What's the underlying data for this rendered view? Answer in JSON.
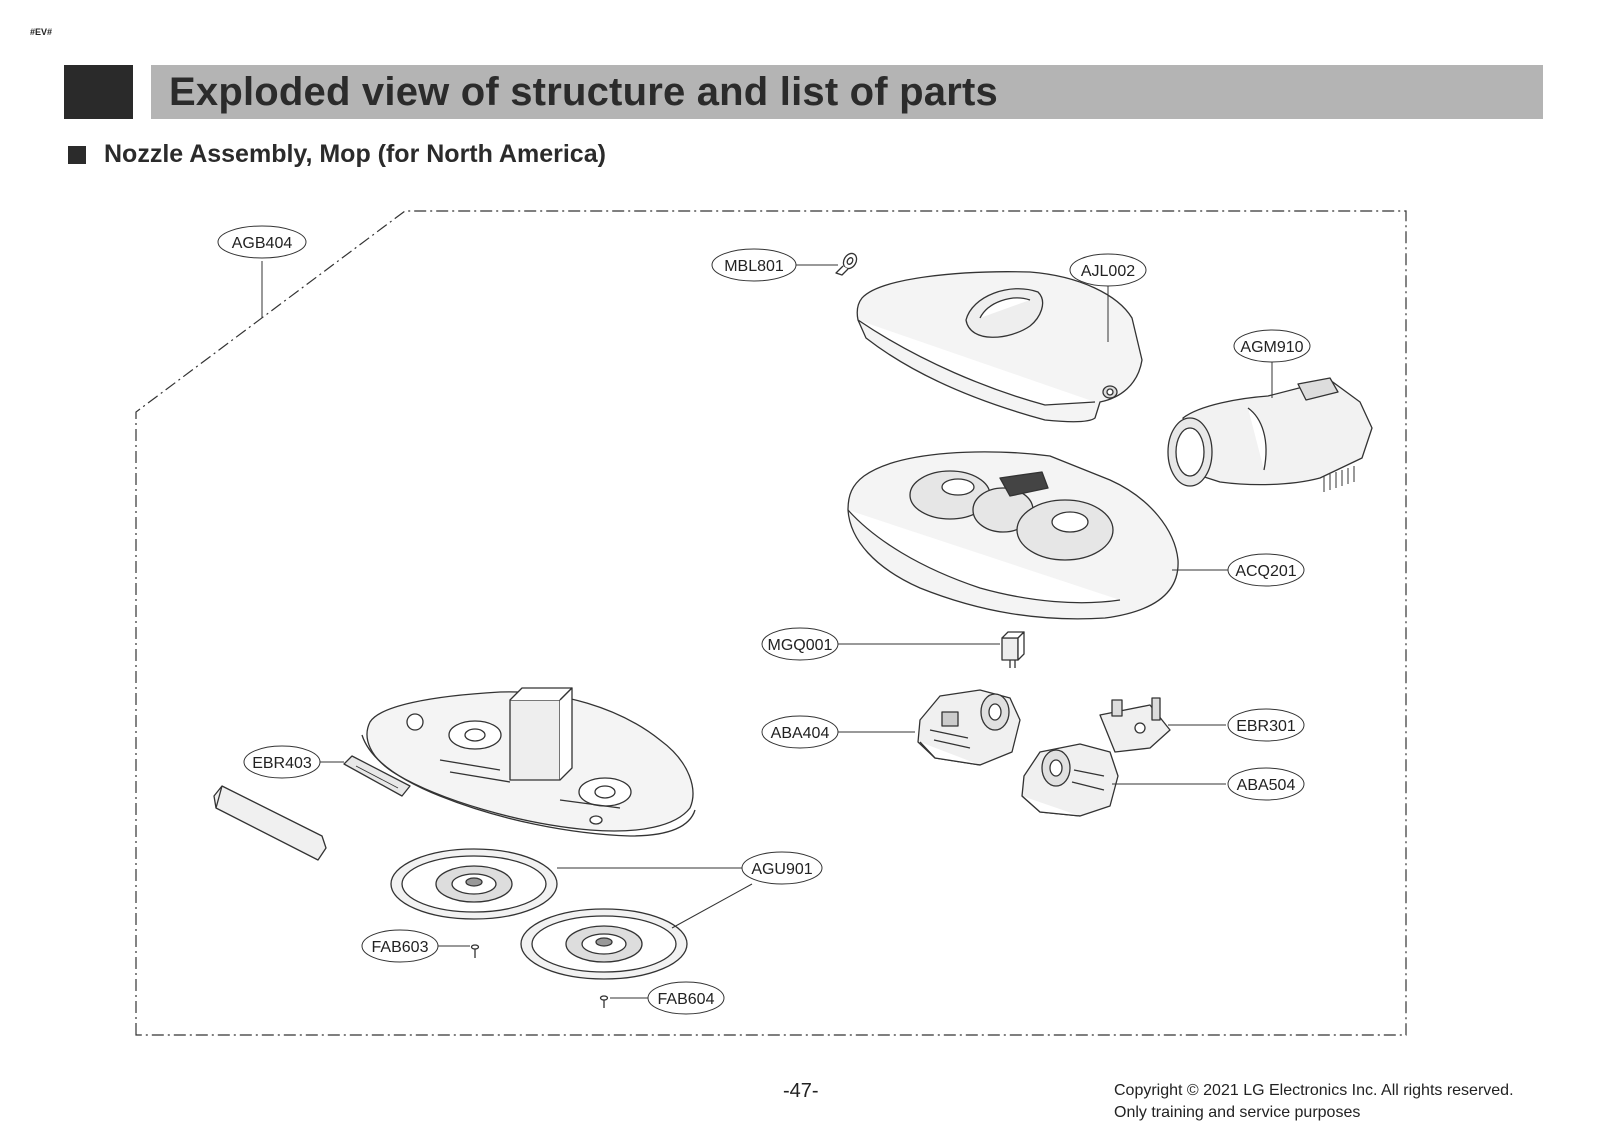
{
  "header": {
    "doc_tag": "#EV#",
    "title": "Exploded view of structure and list of parts"
  },
  "section": {
    "title": "Nozzle Assembly, Mop (for North America)"
  },
  "diagram": {
    "labels": {
      "AGB404": "AGB404",
      "MBL801": "MBL801",
      "AJL002": "AJL002",
      "AGM910": "AGM910",
      "ACQ201": "ACQ201",
      "MGQ001": "MGQ001",
      "ABA404": "ABA404",
      "EBR301": "EBR301",
      "ABA504": "ABA504",
      "EBR403": "EBR403",
      "AGU901": "AGU901",
      "FAB603": "FAB603",
      "FAB604": "FAB604"
    }
  },
  "footer": {
    "page_number": "-47-",
    "copyright_line1": "Copyright © 2021 LG Electronics Inc. All rights reserved.",
    "copyright_line2": "Only training and service purposes"
  }
}
